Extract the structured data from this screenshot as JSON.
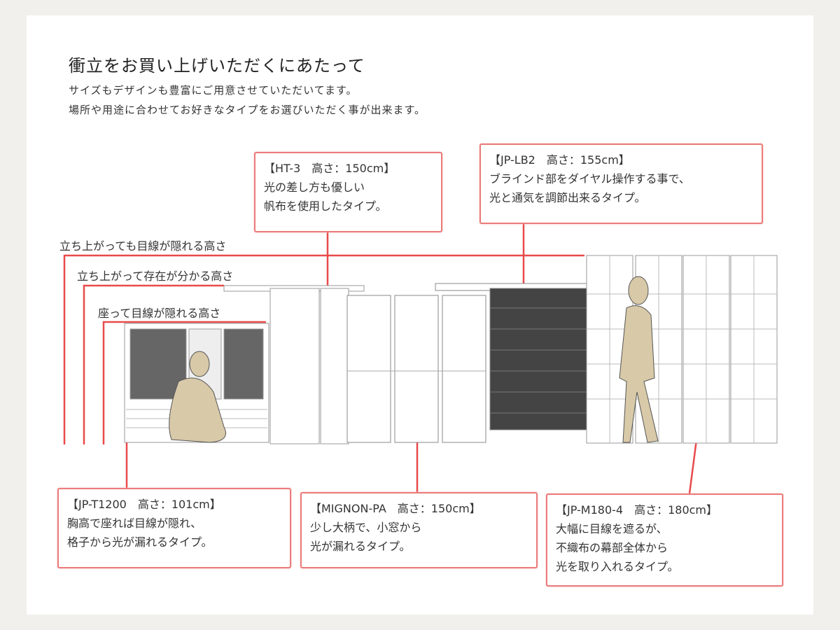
{
  "title": "衝立をお買い上げいただくにあたって",
  "subtitle_lines": [
    "サイズもデザインも豊富にご用意させていただいてます。",
    "場所や用途に合わせてお好きなタイプをお選びいただく事が出来ます。"
  ],
  "height_labels": [
    "立ち上がっても目線が隠れる高さ",
    "立ち上がって存在が分かる高さ",
    "座って目線が隠れる高さ"
  ],
  "products": [
    {
      "heading": "【HT-3　高さ：150cm】",
      "lines": [
        "光の差し方も優しい",
        "帆布を使用したタイプ。"
      ]
    },
    {
      "heading": "【JP-LB2　高さ：155cm】",
      "lines": [
        "ブラインド部をダイヤル操作する事で、",
        "光と通気を調節出来るタイプ。"
      ]
    },
    {
      "heading": "【JP-T1200　高さ：101cm】",
      "lines": [
        "胸高で座れば目線が隠れ、",
        "格子から光が漏れるタイプ。"
      ]
    },
    {
      "heading": "【MIGNON-PA　高さ：150cm】",
      "lines": [
        "少し大柄で、小窓から",
        "光が漏れるタイプ。"
      ]
    },
    {
      "heading": "【JP-M180-4　高さ：180cm】",
      "lines": [
        "大幅に目線を遮るが、",
        "不織布の幕部全体から",
        "光を取り入れるタイプ。"
      ]
    }
  ],
  "colors": {
    "accent": "#e84a4a",
    "border": "#ec7b7b"
  }
}
